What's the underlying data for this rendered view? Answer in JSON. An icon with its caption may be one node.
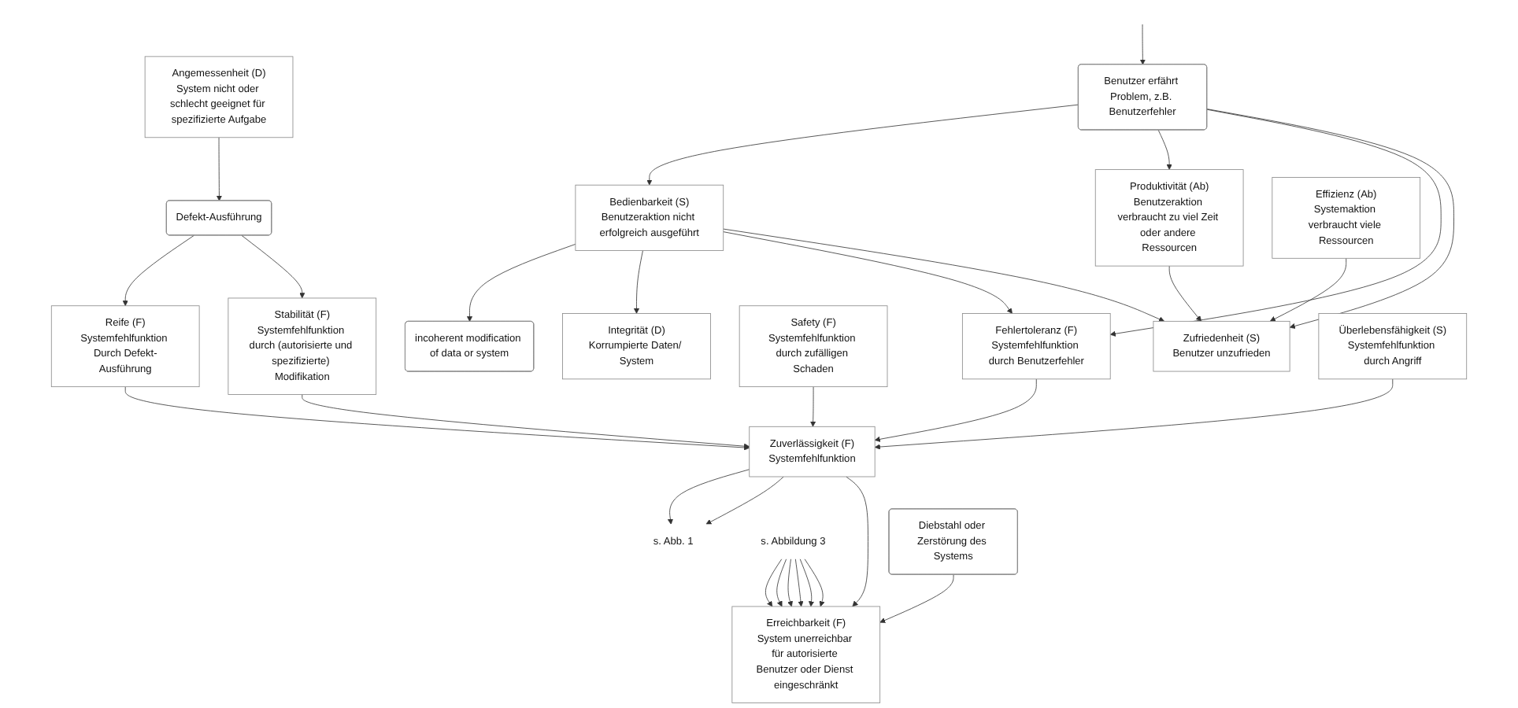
{
  "diagram": {
    "nodes": [
      {
        "text": [
          "Angemessenheit (D)",
          "System nicht oder schlecht geeignet für spezifizierte Aufgabe"
        ]
      },
      {
        "text": [
          "Defekt-Ausführung"
        ]
      },
      {
        "text": [
          "Benutzer erfährt Problem, z.B. Benutzerfehler"
        ]
      },
      {
        "text": [
          "Reife (F)",
          "Systemfehlfunktion Durch Defekt-Ausführung"
        ]
      },
      {
        "text": [
          "Bedienbarkeit (S)",
          "Benutzeraktion nicht erfolgreich ausgeführt"
        ]
      },
      {
        "text": [
          "Produktivität (Ab)",
          "Benutzeraktion verbraucht zu viel Zeit oder andere Ressourcen"
        ]
      },
      {
        "text": [
          "incoherent modification of data or system"
        ]
      },
      {
        "text": [
          "Stabilität (F)",
          "Systemfehlfunktion durch (autorisierte und spezifizierte) Modifikation"
        ]
      },
      {
        "text": [
          "Integrität (D)",
          "Korrumpierte Daten/ System"
        ]
      },
      {
        "text": [
          "Safety (F)",
          "Systemfehlfunktion durch zufälligen Schaden"
        ]
      },
      {
        "text": [
          "Fehlertoleranz (F)",
          "Systemfehlfunktion durch Benutzerfehler"
        ]
      },
      {
        "text": [
          "Zufriedenheit (S)",
          "Benutzer unzufrieden"
        ]
      },
      {
        "text": [
          "Effizienz (Ab)",
          "Systemaktion verbraucht viele Ressourcen"
        ]
      },
      {
        "text": [
          "s. Abb. 1"
        ]
      },
      {
        "text": [
          "Zuverlässigkeit (F)",
          "Systemfehlfunktion"
        ]
      },
      {
        "text": [
          "Überlebensfähigkeit (S)",
          "Systemfehlfunktion durch Angriff"
        ]
      },
      {
        "text": [
          "s. Abbildung 3"
        ]
      },
      {
        "text": [
          "Erreichbarkeit (F)",
          "System unerreichbar für autorisierte Benutzer oder Dienst eingeschränkt"
        ]
      },
      {
        "text": [
          "Diebstahl oder Zerstörung des Systems"
        ]
      }
    ],
    "edges": [
      {
        "from": 0,
        "to": 1,
        "arrow": "to"
      },
      {
        "from": null,
        "to": 2,
        "arrow": "to"
      },
      {
        "from": 1,
        "to": 3,
        "arrow": "to"
      },
      {
        "from": 1,
        "to": 7,
        "arrow": "to"
      },
      {
        "from": 2,
        "to": 4,
        "arrow": "to"
      },
      {
        "from": 2,
        "to": 5,
        "arrow": "to"
      },
      {
        "from": 2,
        "to": 10,
        "arrow": "to"
      },
      {
        "from": 2,
        "to": 11,
        "arrow": "to"
      },
      {
        "from": 4,
        "to": 6,
        "arrow": "to"
      },
      {
        "from": 4,
        "to": 8,
        "arrow": "to"
      },
      {
        "from": 4,
        "to": 10,
        "arrow": "to"
      },
      {
        "from": 4,
        "to": 11,
        "arrow": "to"
      },
      {
        "from": 5,
        "to": 11,
        "arrow": "to"
      },
      {
        "from": 12,
        "to": 11,
        "arrow": "to"
      },
      {
        "from": 3,
        "to": 14,
        "arrow": "to"
      },
      {
        "from": 7,
        "to": 14,
        "arrow": "to"
      },
      {
        "from": 9,
        "to": 14,
        "arrow": "to"
      },
      {
        "from": 10,
        "to": 14,
        "arrow": "to"
      },
      {
        "from": 14,
        "to": 13,
        "arrow": "to"
      },
      {
        "from": 14,
        "to": 13,
        "arrow": "to"
      },
      {
        "from": 15,
        "to": 14,
        "arrow": "to"
      },
      {
        "from": 14,
        "to": 17,
        "arrow": "to"
      },
      {
        "from": 18,
        "to": 17,
        "arrow": "to"
      },
      {
        "from": 16,
        "to": 17,
        "arrow": "to"
      },
      {
        "from": 16,
        "to": 17,
        "arrow": "to"
      },
      {
        "from": 16,
        "to": 17,
        "arrow": "to"
      },
      {
        "from": 16,
        "to": 17,
        "arrow": "to"
      },
      {
        "from": 16,
        "to": 17,
        "arrow": "to"
      },
      {
        "from": 16,
        "to": 17,
        "arrow": "to"
      }
    ]
  }
}
